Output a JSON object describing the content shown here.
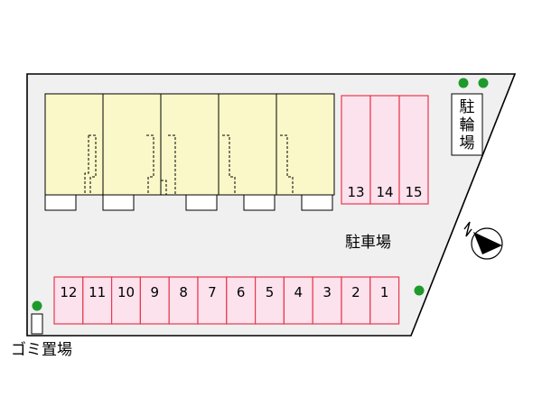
{
  "parking_area_label": "駐車場",
  "bicycle_parking_label": "駐輪場",
  "garbage_area_label": "ゴミ置場",
  "stalls_front_row": [
    "12",
    "11",
    "10",
    "9",
    "8",
    "7",
    "6",
    "5",
    "4",
    "3",
    "2",
    "1"
  ],
  "stalls_side_row": [
    "13",
    "14",
    "15"
  ],
  "compass_direction": "N",
  "colors": {
    "building": "#faf8c8",
    "parking_stall_fill": "#fbe2ec",
    "parking_stall_border": "#e8374f",
    "tree": "#1e9a2c",
    "lot_ground": "#f0f0f0"
  },
  "icons": {
    "compass": "compass-north-arrow-icon",
    "tree": "tree-icon"
  }
}
